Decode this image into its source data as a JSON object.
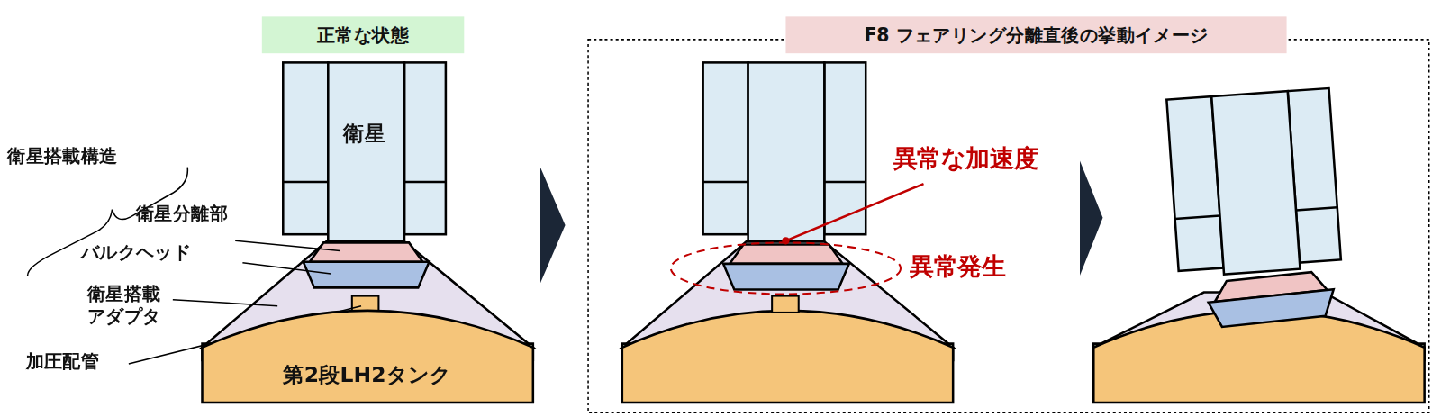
{
  "diagram": {
    "nodes": [
      {
        "text": [
          "正常な状態"
        ]
      },
      {
        "text": [
          "衛星"
        ]
      },
      {
        "text": [
          "第2段LH2タンク"
        ]
      },
      {
        "text": [
          "F8 フェアリング分離直後の挙動イメージ"
        ]
      }
    ],
    "labels": [
      "衛星搭載構造",
      "衛星分離部",
      "バルクヘッド",
      "衛星搭載 アダプタ",
      "加圧配管",
      "異常な加速度",
      "異常発生"
    ]
  }
}
